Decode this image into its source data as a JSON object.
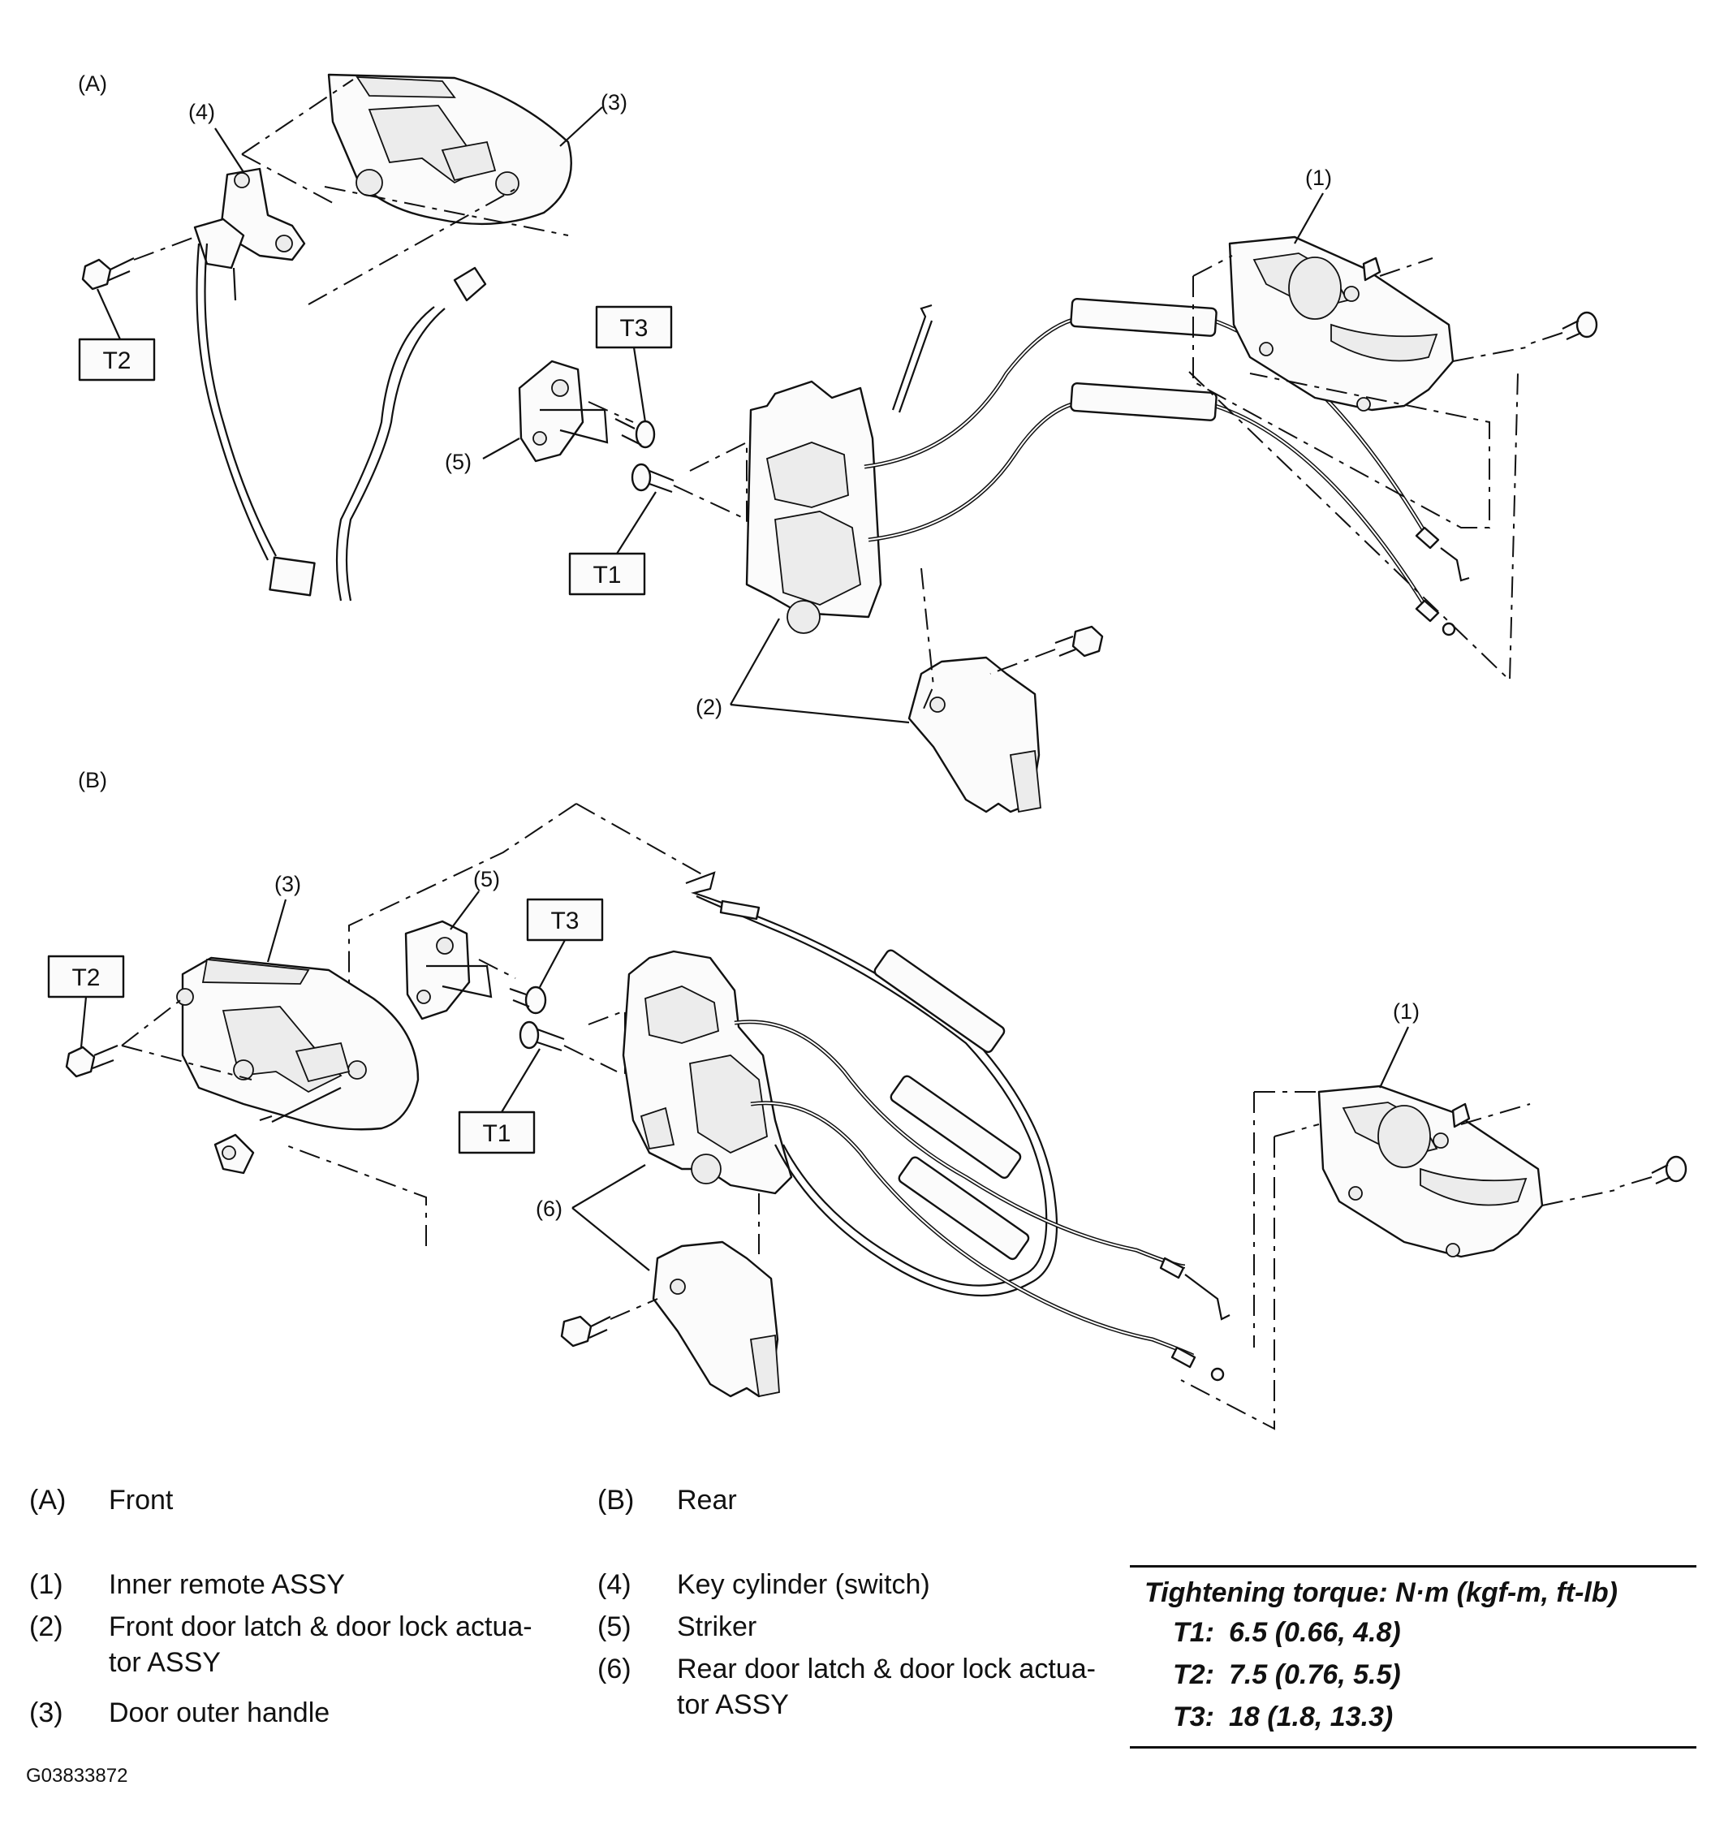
{
  "diagram": {
    "section_labels": {
      "a": "(A)",
      "b": "(B)"
    },
    "callouts": {
      "a1": "(1)",
      "a2": "(2)",
      "a3": "(3)",
      "a4": "(4)",
      "a5": "(5)",
      "b1": "(1)",
      "b3": "(3)",
      "b5": "(5)",
      "b6": "(6)"
    },
    "torque_tags": {
      "a_t1": "T1",
      "a_t2": "T2",
      "a_t3": "T3",
      "b_t1": "T1",
      "b_t2": "T2",
      "b_t3": "T3"
    }
  },
  "legend": {
    "sections": [
      {
        "key": "(A)",
        "label": "Front"
      },
      {
        "key": "(B)",
        "label": "Rear"
      }
    ],
    "parts_left": [
      {
        "key": "(1)",
        "label": "Inner remote ASSY"
      },
      {
        "key": "(2)",
        "label": "Front door latch & door lock actua-tor ASSY"
      },
      {
        "key": "(3)",
        "label": "Door outer handle"
      }
    ],
    "parts_right": [
      {
        "key": "(4)",
        "label": "Key cylinder (switch)"
      },
      {
        "key": "(5)",
        "label": "Striker"
      },
      {
        "key": "(6)",
        "label": "Rear door latch & door lock actua-tor ASSY"
      }
    ]
  },
  "torque": {
    "title": "Tightening torque: N·m (kgf-m, ft-lb)",
    "rows": [
      {
        "key": "T1:",
        "value": "6.5 (0.66, 4.8)"
      },
      {
        "key": "T2:",
        "value": "7.5 (0.76, 5.5)"
      },
      {
        "key": "T3:",
        "value": "18 (1.8, 13.3)"
      }
    ]
  },
  "figure_code": "G03833872"
}
